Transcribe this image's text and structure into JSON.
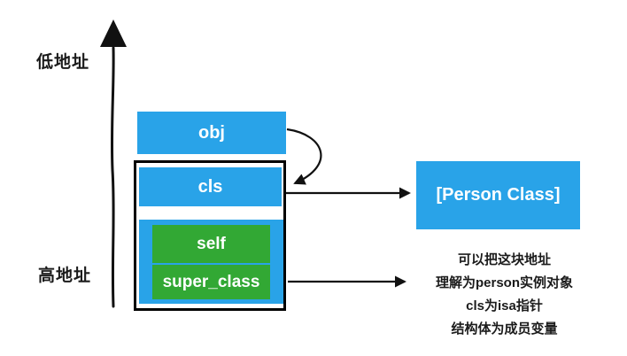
{
  "colors": {
    "box_blue": "#29A3E8",
    "box_green": "#32A834",
    "arrow_black": "#111111"
  },
  "axis": {
    "low_address_label": "低地址",
    "high_address_label": "高地址"
  },
  "stack": {
    "obj_label": "obj",
    "cls_label": "cls",
    "self_label": "self",
    "super_class_label": "super_class"
  },
  "class_box": {
    "label": "[Person Class]"
  },
  "annotation": {
    "lines": [
      "可以把这块地址",
      "理解为person实例对象",
      "cls为isa指针",
      "结构体为成员变量"
    ]
  }
}
